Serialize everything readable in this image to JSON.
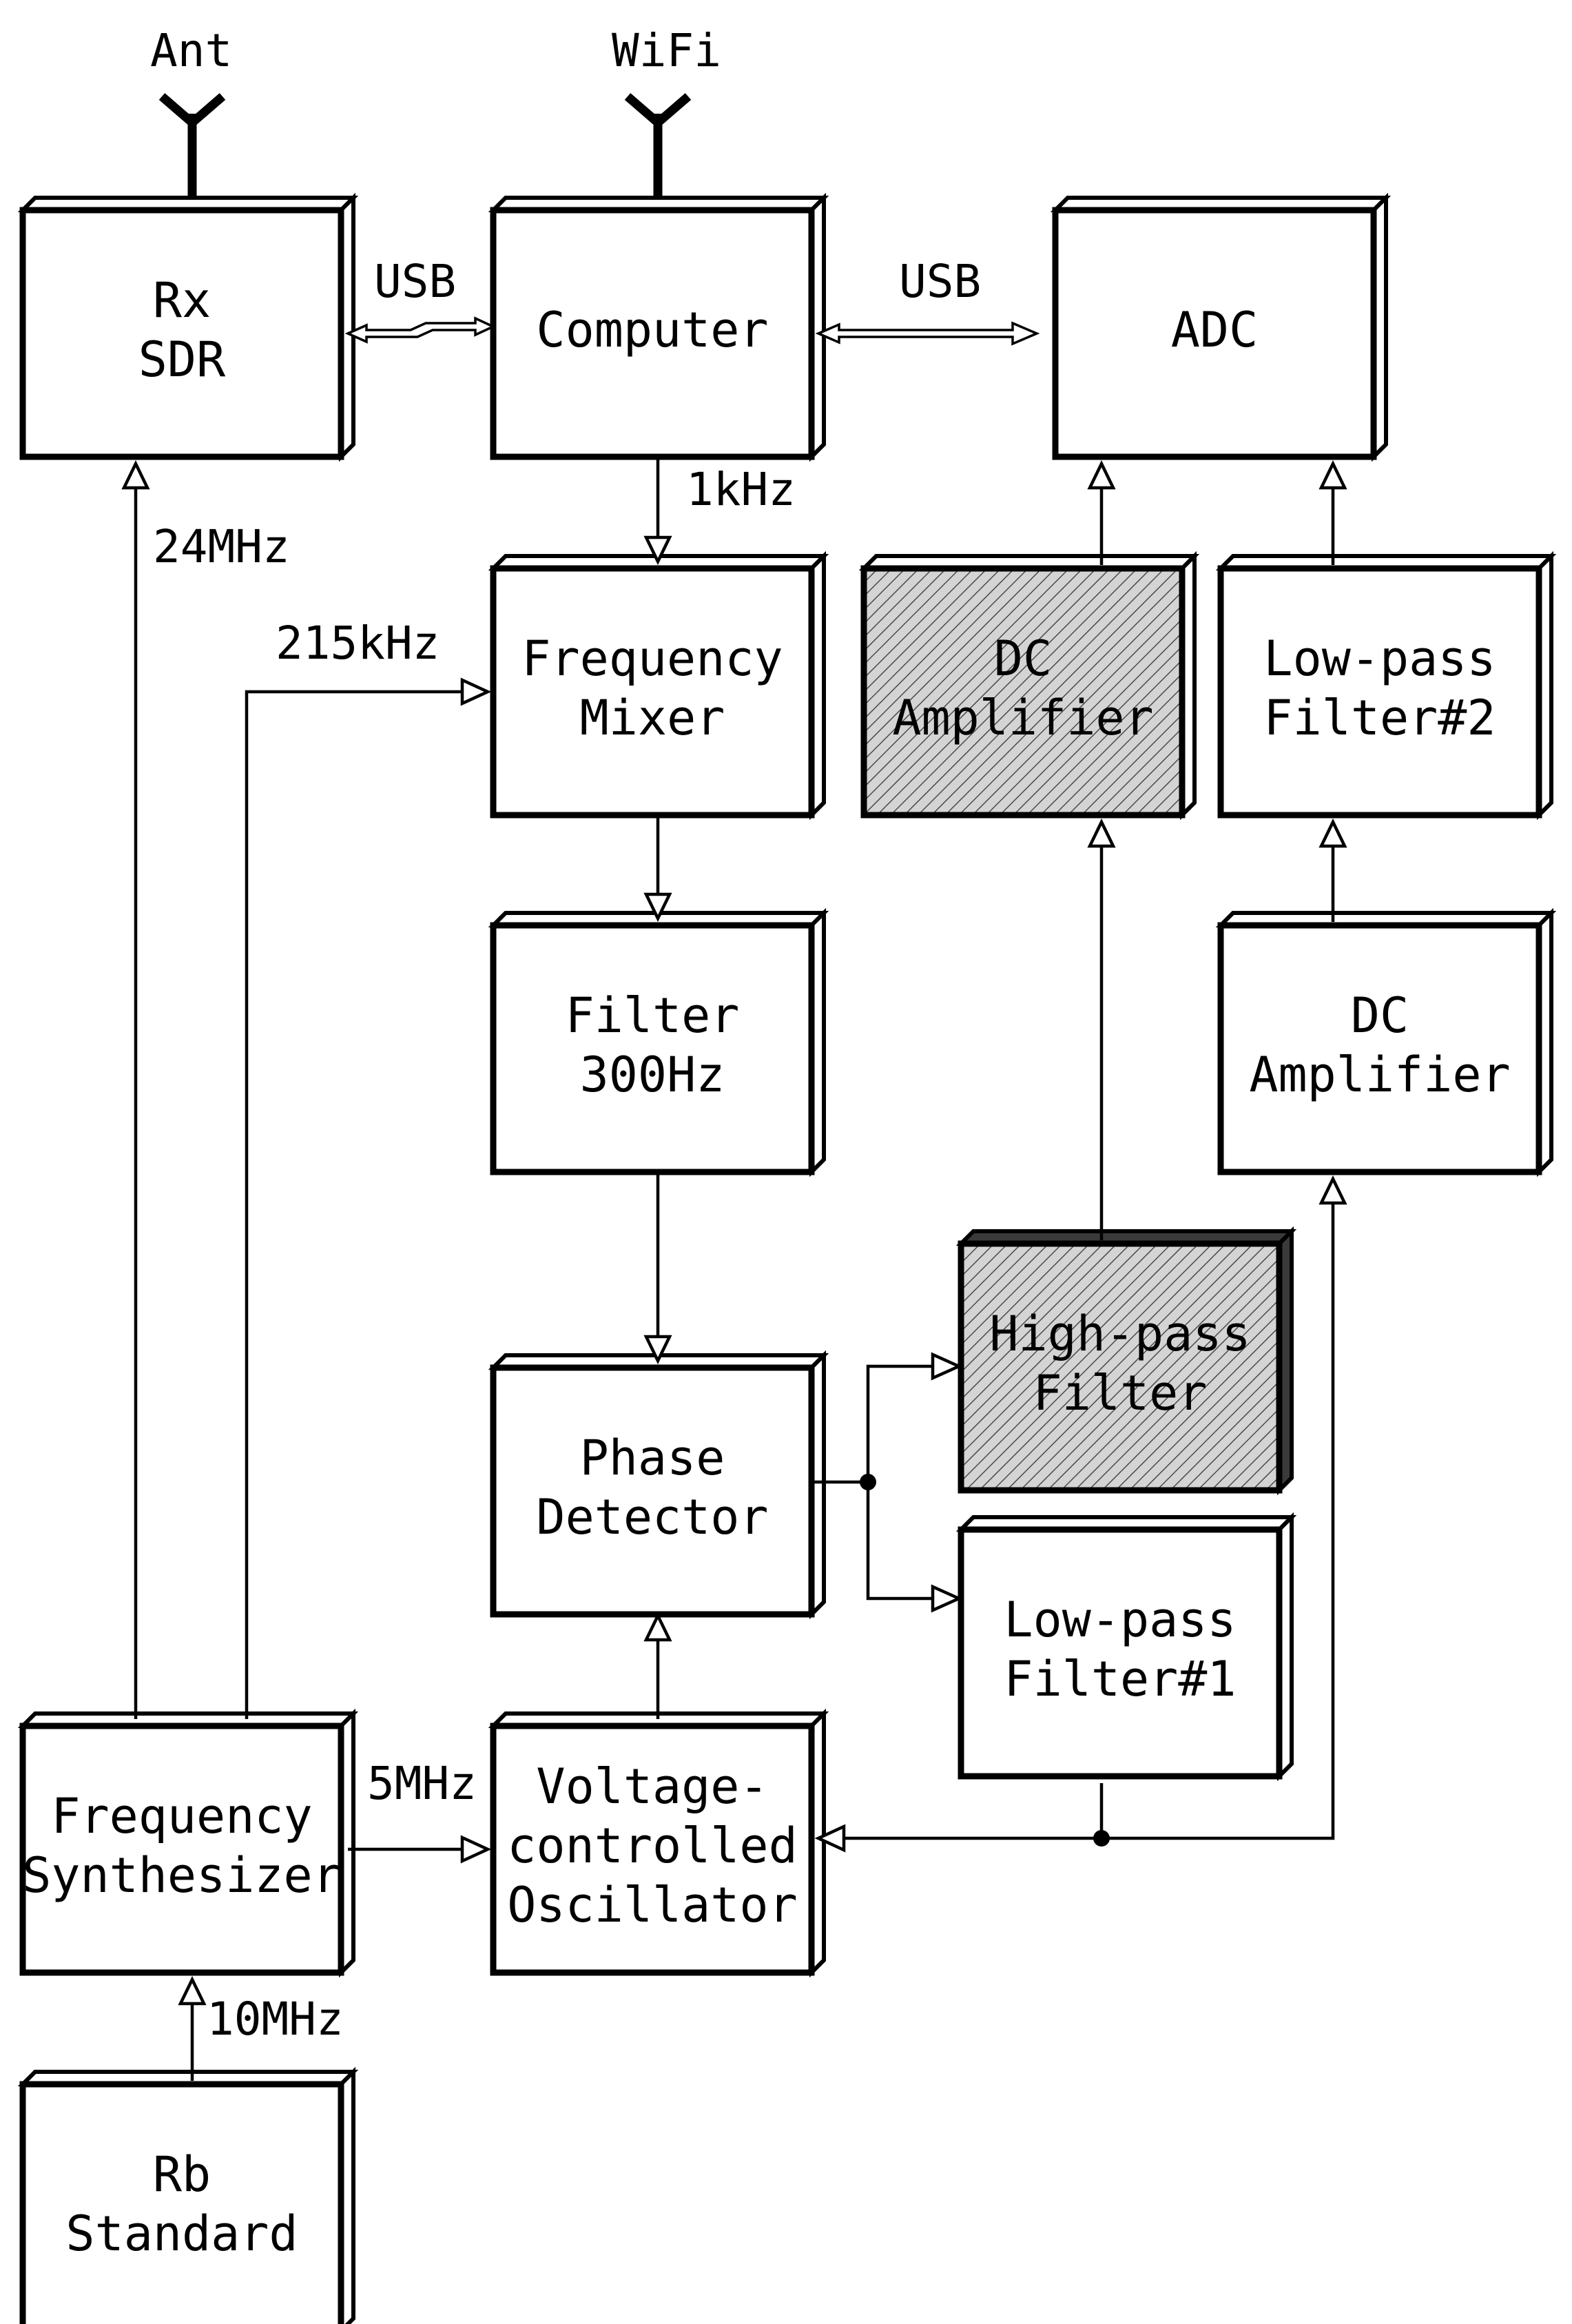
{
  "blocks": {
    "rx_sdr": [
      "Rx",
      "SDR"
    ],
    "computer": [
      "Computer"
    ],
    "adc": [
      "ADC"
    ],
    "frequency_mixer": [
      "Frequency",
      "Mixer"
    ],
    "dc_amplifier_1": [
      "DC",
      "Amplifier"
    ],
    "low_pass_filter_2": [
      "Low-pass",
      "Filter#2"
    ],
    "filter_300hz": [
      "Filter",
      "300Hz"
    ],
    "dc_amplifier_2": [
      "DC",
      "Amplifier"
    ],
    "high_pass_filter": [
      "High-pass",
      "Filter"
    ],
    "phase_detector": [
      "Phase",
      "Detector"
    ],
    "low_pass_filter_1": [
      "Low-pass",
      "Filter#1"
    ],
    "frequency_synthesizer": [
      "Frequency",
      "Synthesizer"
    ],
    "vco": [
      "Voltage-",
      "controlled",
      "Oscillator"
    ],
    "rb_standard": [
      "Rb",
      "Standard"
    ]
  },
  "labels": {
    "ant": "Ant",
    "wifi": "WiFi",
    "usb_left": "USB",
    "usb_right": "USB",
    "f_1khz": "1kHz",
    "f_24mhz": "24MHz",
    "f_215khz": "215kHz",
    "f_5mhz": "5MHz",
    "f_10mhz": "10MHz"
  },
  "colors": {
    "ink": "#000000",
    "paper": "#ffffff",
    "hatch_fill": "#d4d4d4"
  }
}
